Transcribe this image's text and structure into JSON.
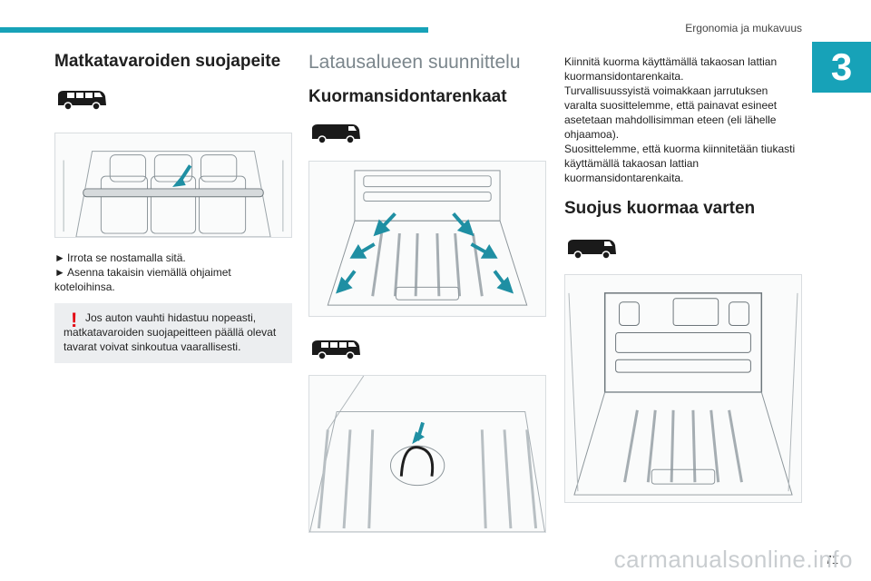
{
  "header": {
    "section_title": "Ergonomia ja mukavuus",
    "chapter_number": "3"
  },
  "left": {
    "title": "Matkatavaroiden suojapeite",
    "steps": [
      "Irrota se nostamalla sitä.",
      "Asenna takaisin viemällä ohjaimet koteloihinsa."
    ],
    "step_marker": "►",
    "warning": "Jos auton vauhti hidastuu nopeasti, matkatavaroiden suojapeitteen päällä olevat tavarat voivat sinkoutua vaarallisesti.",
    "warning_icon": "!"
  },
  "middle": {
    "title": "Latausalueen suunnittelu",
    "subtitle": "Kuormansidontarenkaat"
  },
  "right": {
    "paragraphs": [
      "Kiinnitä kuorma käyttämällä takaosan lattian kuormansidontarenkaita.",
      "Turvallisuussyistä voimakkaan jarrutuksen varalta suosittelemme, että painavat esineet asetetaan mahdollisimman eteen (eli lähelle ohjaamoa).",
      "Suosittelemme, että kuorma kiinnitetään tiukasti käyttämällä takaosan lattian kuormansidontarenkaita."
    ],
    "subtitle": "Suojus kuormaa varten"
  },
  "footer": {
    "page_number": "71",
    "watermark": "carmanualsonline.info"
  },
  "colors": {
    "accent": "#17a2b8",
    "warning": "#e30613",
    "arrow": "#1f8fa3"
  }
}
